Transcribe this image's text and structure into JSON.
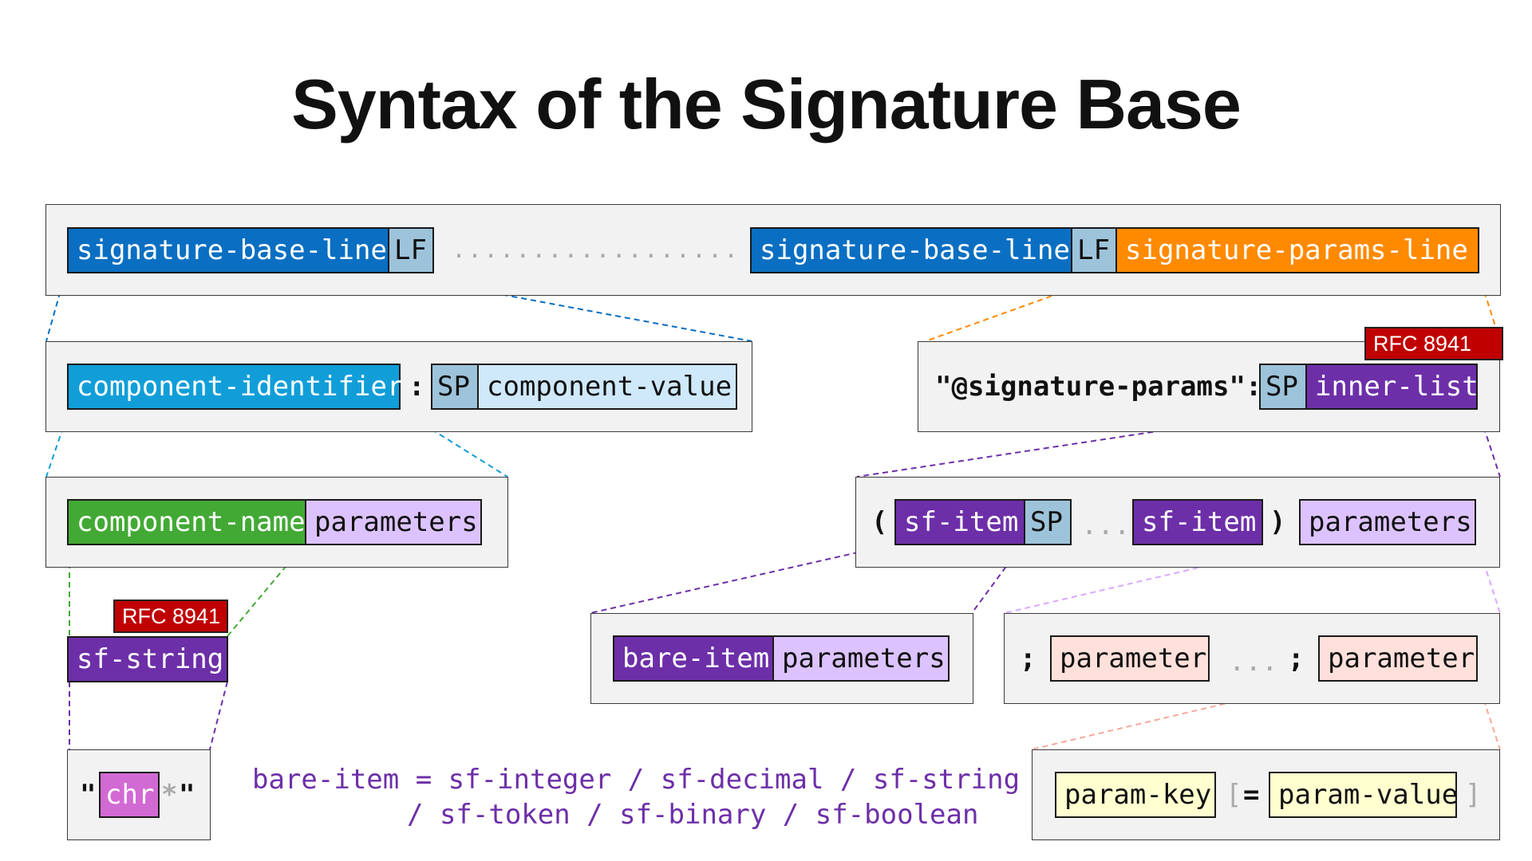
{
  "title": "Syntax of the Signature Base",
  "row1": {
    "line1": "signature-base-line",
    "lf1": "LF",
    "ellipsis": "..................",
    "line2": "signature-base-line",
    "lf2": "LF",
    "params_line": "signature-params-line"
  },
  "component_line": {
    "identifier": "component-identifier",
    "colon": ":",
    "sp": "SP",
    "value": "component-value"
  },
  "params_line": {
    "rfc": "RFC 8941",
    "label": "\"@signature-params\":",
    "sp": "SP",
    "inner_list": "inner-list"
  },
  "identifier": {
    "name": "component-name",
    "parameters": "parameters"
  },
  "sf_string": {
    "rfc": "RFC 8941",
    "label": "sf-string",
    "open_quote": "\"",
    "chr": "chr",
    "star": "*",
    "close_quote": "\""
  },
  "inner_list": {
    "open": "(",
    "item1": "sf-item",
    "sp": "SP",
    "ellipsis": "...",
    "item2": "sf-item",
    "close": ")",
    "parameters": "parameters"
  },
  "sf_item": {
    "bare_item": "bare-item",
    "parameters": "parameters"
  },
  "parameters": {
    "semi1": ";",
    "param1": "parameter",
    "ellipsis": "...",
    "semi2": ";",
    "param2": "parameter"
  },
  "parameter": {
    "key": "param-key",
    "open_bracket": "[",
    "eq": "=",
    "value": "param-value",
    "close_bracket": "]"
  },
  "grammar": {
    "line1": "bare-item = sf-integer / sf-decimal / sf-string",
    "line2": "/ sf-token / sf-binary / sf-boolean"
  },
  "colors": {
    "blue": "#0a6fc2",
    "orange": "#ff8a00",
    "cyan": "#119ed8",
    "green": "#43a935",
    "purple": "#6d2fa8",
    "lavender": "#dcc3ff",
    "pink": "#ffe0db",
    "rfc_red": "#c00000"
  }
}
